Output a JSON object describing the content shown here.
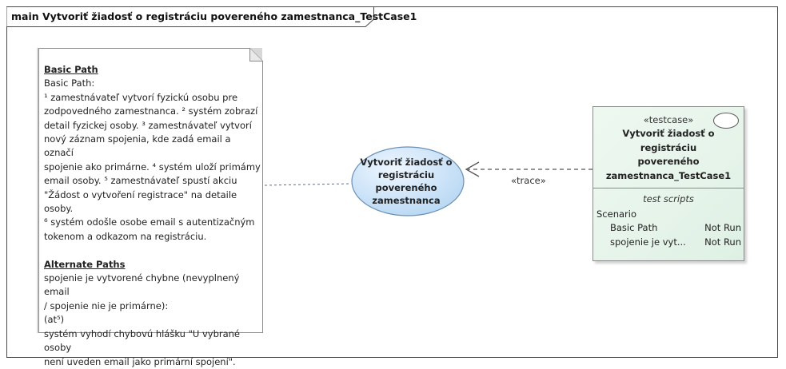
{
  "frame": {
    "title": "main Vytvoriť žiadosť o registráciu povereného zamestnanca_TestCase1"
  },
  "note": {
    "basic_heading": "Basic Path",
    "basic_lines": [
      "Basic Path:",
      "¹ zamestnávateľ vytvorí fyzickú osobu pre",
      "zodpovedného zamestnanca. ² systém zobrazí",
      "detail fyzickej osoby. ³ zamestnávateľ vytvorí",
      "nový záznam spojenia, kde zadá email a označí",
      "spojenie ako primárne. ⁴ systém uloží primámy",
      "email osoby. ⁵ zamestnávateľ spustí akciu",
      "\"Žádost o vytvoření registrace\" na detaile osoby.",
      "⁶ systém odošle osobe email s autentizačným",
      "tokenom a odkazom na registráciu."
    ],
    "alternate_heading": "Alternate Paths",
    "alternate_lines": [
      "spojenie je vytvorené chybne (nevyplnený email",
      "/ spojenie nie je primárne):",
      "(at⁵)",
      "systém vyhodí chybovú hlášku \"U vybrané osoby",
      "není uveden email jako primární spojení\"."
    ]
  },
  "usecase": {
    "lines": [
      "Vytvoriť žiadosť o",
      "registráciu",
      "povereného",
      "zamestnanca"
    ]
  },
  "connector": {
    "label": "«trace»"
  },
  "testcase": {
    "stereotype": "«testcase»",
    "title_lines": [
      "Vytvoriť žiadosť o",
      "registráciu",
      "povereného",
      "zamestnanca_TestCase1"
    ],
    "compartment_title": "test scripts",
    "scenario_label": "Scenario",
    "scenarios": [
      {
        "name": "Basic Path",
        "status": "Not Run"
      },
      {
        "name": "spojenie je vyt...",
        "status": "Not Run"
      }
    ]
  },
  "colors": {
    "usecase_fill_light": "#eef6ff",
    "usecase_fill_dark": "#b7d7f3",
    "usecase_stroke": "#6a8fb5",
    "testcase_fill": "#e6f4ea"
  }
}
